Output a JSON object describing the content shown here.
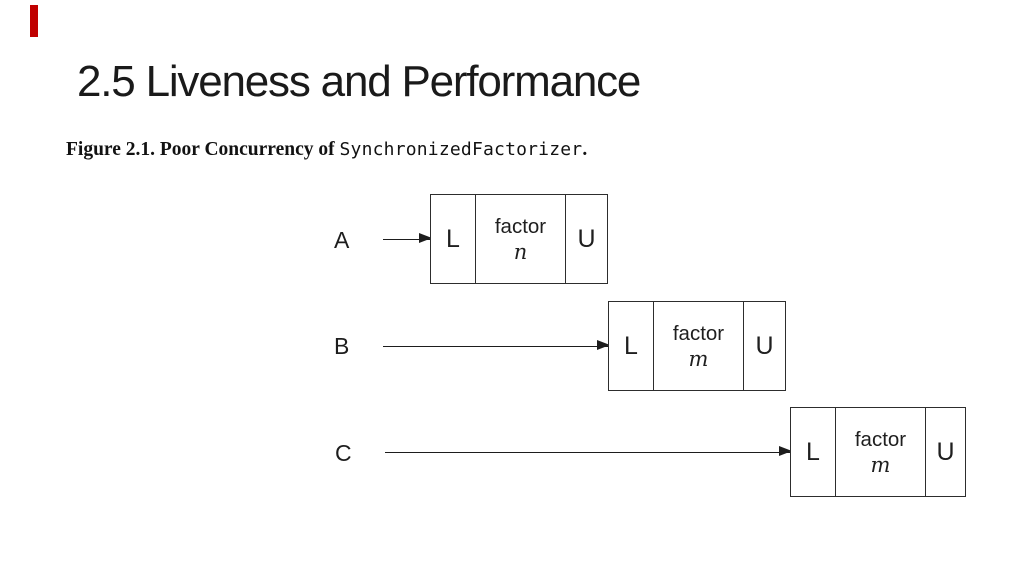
{
  "page": {
    "background_color": "#ffffff",
    "accent_bar_color": "#c00000"
  },
  "header": {
    "title": "2.5 Liveness and Performance"
  },
  "figure": {
    "caption_bold": "Figure 2.1. Poor Concurrency of ",
    "caption_code": "SynchronizedFactorizer",
    "caption_end": "."
  },
  "diagram": {
    "rows": [
      {
        "thread": "A",
        "lock": "L",
        "task": "factor",
        "arg": "n",
        "unlock": "U"
      },
      {
        "thread": "B",
        "lock": "L",
        "task": "factor",
        "arg": "m",
        "unlock": "U"
      },
      {
        "thread": "C",
        "lock": "L",
        "task": "factor",
        "arg": "m",
        "unlock": "U"
      }
    ]
  }
}
